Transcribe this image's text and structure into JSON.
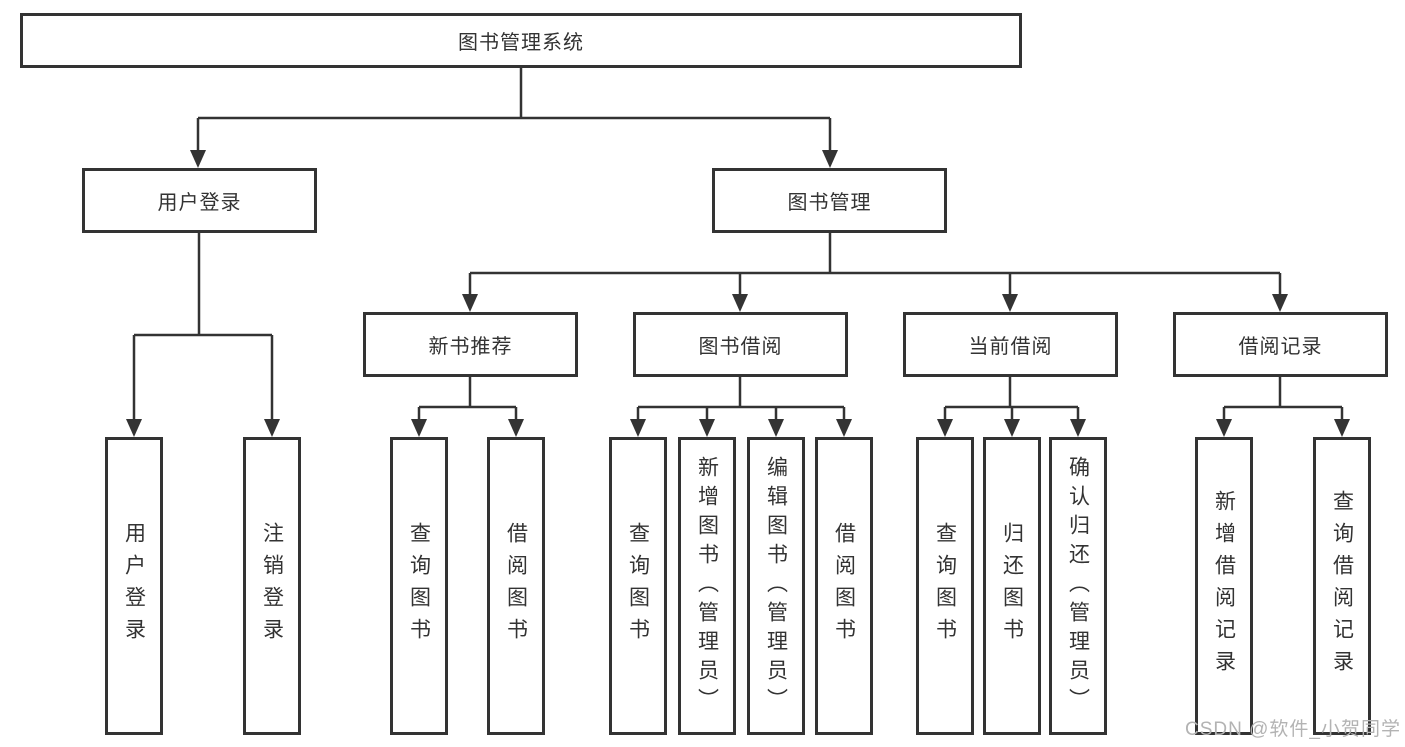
{
  "colors": {
    "line": "#333333",
    "box_border": "#333333",
    "text": "#333333",
    "background": "#ffffff",
    "watermark_text": "#b3b3b3"
  },
  "diagram": {
    "type": "tree",
    "root": {
      "label": "图书管理系统"
    },
    "level2": {
      "user_login": {
        "label": "用户登录"
      },
      "book_mgmt": {
        "label": "图书管理"
      }
    },
    "level3": {
      "new_book_rec": {
        "label": "新书推荐"
      },
      "book_borrow": {
        "label": "图书借阅"
      },
      "current_borrow": {
        "label": "当前借阅"
      },
      "borrow_records": {
        "label": "借阅记录"
      }
    },
    "leaves": {
      "user_login": {
        "label": "用户登录"
      },
      "logout": {
        "label": "注销登录"
      },
      "nbr_query_books": {
        "label": "查询图书"
      },
      "nbr_borrow_books": {
        "label": "借阅图书"
      },
      "bb_query_books": {
        "label": "查询图书"
      },
      "bb_add_books": {
        "label": "新增图书（管理员）"
      },
      "bb_edit_books": {
        "label": "编辑图书（管理员）"
      },
      "bb_borrow_books": {
        "label": "借阅图书"
      },
      "cb_query_books": {
        "label": "查询图书"
      },
      "cb_return_books": {
        "label": "归还图书"
      },
      "cb_confirm_return": {
        "label": "确认归还（管理员）"
      },
      "br_add_record": {
        "label": "新增借阅记录"
      },
      "br_query_record": {
        "label": "查询借阅记录"
      }
    },
    "edges": [
      [
        "图书管理系统",
        "用户登录"
      ],
      [
        "图书管理系统",
        "图书管理"
      ],
      [
        "用户登录",
        "用户登录"
      ],
      [
        "用户登录",
        "注销登录"
      ],
      [
        "图书管理",
        "新书推荐"
      ],
      [
        "图书管理",
        "图书借阅"
      ],
      [
        "图书管理",
        "当前借阅"
      ],
      [
        "图书管理",
        "借阅记录"
      ],
      [
        "新书推荐",
        "查询图书"
      ],
      [
        "新书推荐",
        "借阅图书"
      ],
      [
        "图书借阅",
        "查询图书"
      ],
      [
        "图书借阅",
        "新增图书（管理员）"
      ],
      [
        "图书借阅",
        "编辑图书（管理员）"
      ],
      [
        "图书借阅",
        "借阅图书"
      ],
      [
        "当前借阅",
        "查询图书"
      ],
      [
        "当前借阅",
        "归还图书"
      ],
      [
        "当前借阅",
        "确认归还（管理员）"
      ],
      [
        "借阅记录",
        "新增借阅记录"
      ],
      [
        "借阅记录",
        "查询借阅记录"
      ]
    ]
  },
  "watermark": {
    "text": "CSDN @软件_小贺同学"
  }
}
